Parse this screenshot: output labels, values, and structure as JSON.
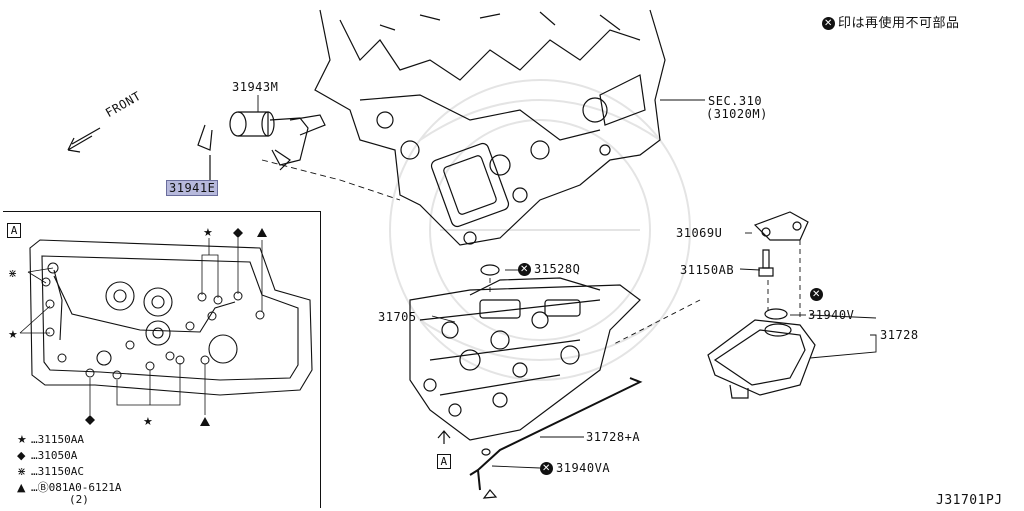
{
  "note": {
    "symbol": "✕",
    "text": "印は再使用不可部品"
  },
  "front_label": "FRONT",
  "parts": {
    "solenoid": "31943M",
    "highlight_part": "31941E",
    "sec": "SEC.310",
    "sec_sub": "(31020M)",
    "bracket": "31069U",
    "bolt": "31150AB",
    "oring_top": "31528Q",
    "valve_body": "31705",
    "filter_seal": "31940V",
    "filter": "31728",
    "pipe": "31728+A",
    "pipe_seal": "31940VA",
    "view_a": "A"
  },
  "inset": {
    "title": "A",
    "legend": [
      {
        "symbol": "★",
        "text": "…31150AA"
      },
      {
        "symbol": "◆",
        "text": "…31050A"
      },
      {
        "symbol": "⋇",
        "text": "…31150AC"
      },
      {
        "symbol": "▲",
        "text": "…Ⓑ081A0-6121A"
      },
      {
        "symbol": "",
        "text": "(2)"
      }
    ]
  },
  "diagram_id": "J31701PJ",
  "colors": {
    "highlight": "#b7b9dc",
    "line": "#111111"
  }
}
